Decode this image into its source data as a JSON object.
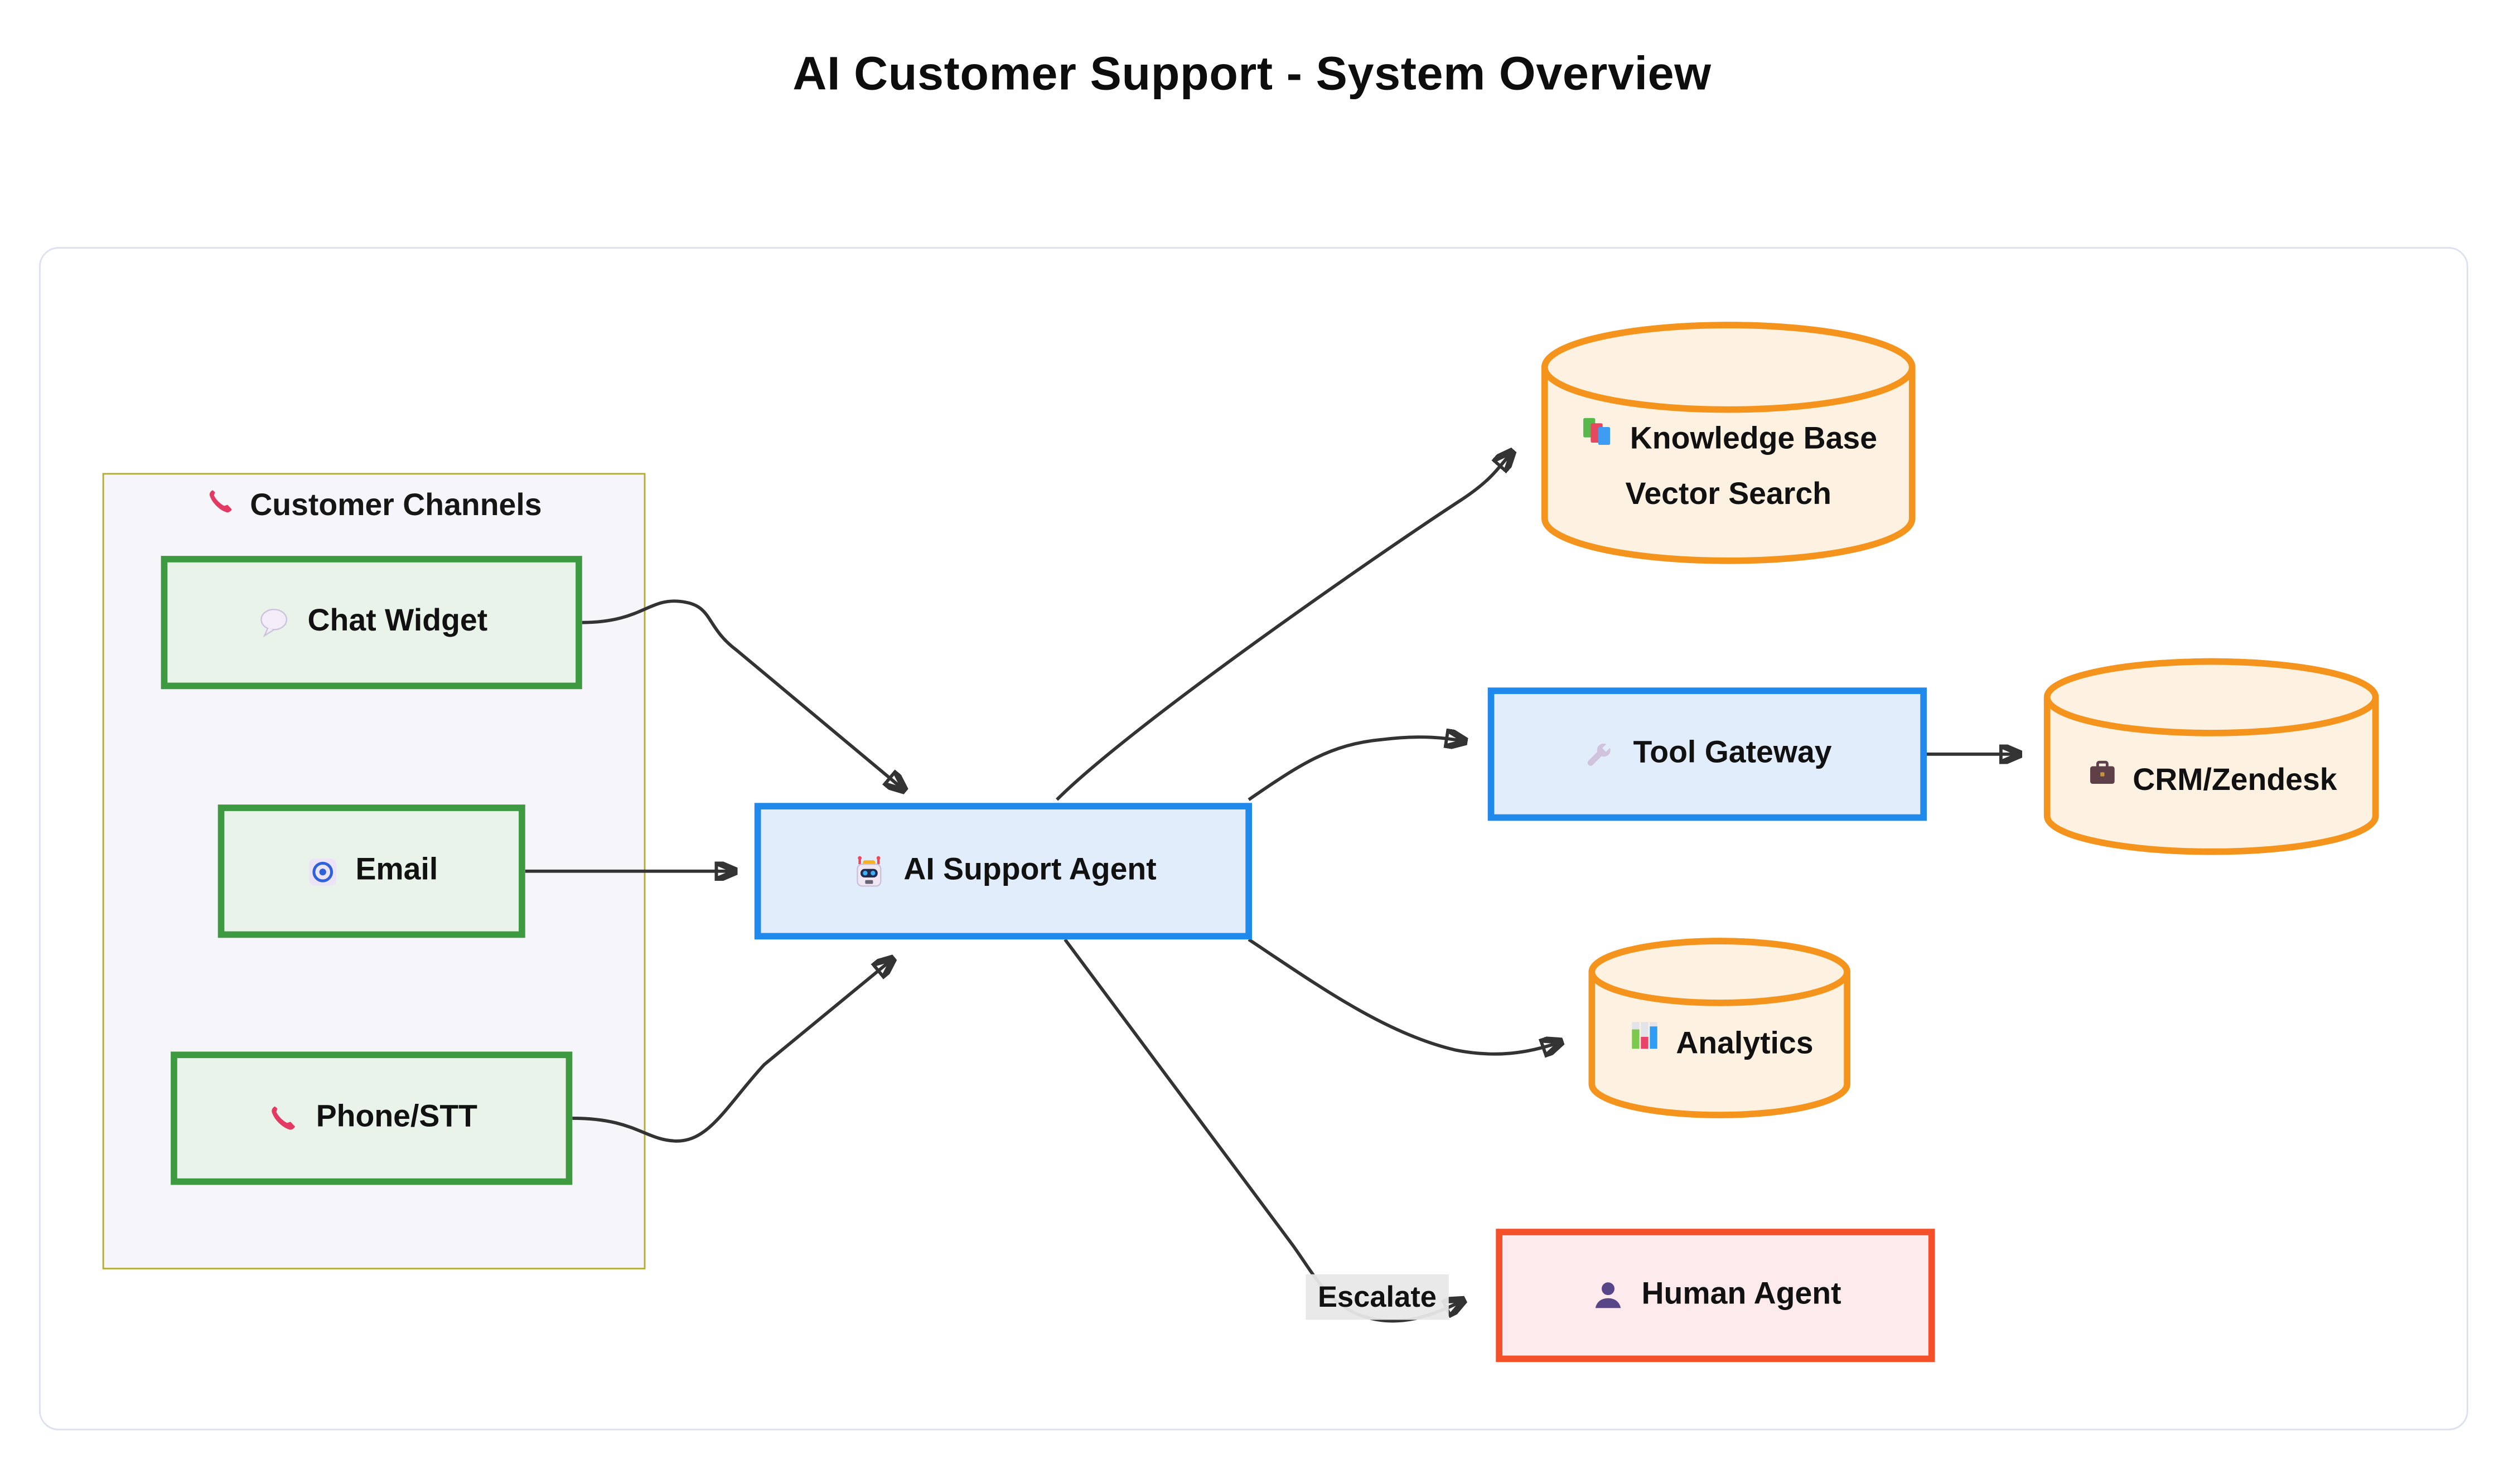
{
  "title": "AI Customer Support - System Overview",
  "diagram": {
    "subgraph": {
      "label": "Customer Channels",
      "icon": "phone-icon"
    },
    "nodes": {
      "chat": {
        "label": "Chat Widget",
        "icon": "speech-bubble-icon",
        "shape": "rect",
        "color": "green"
      },
      "email": {
        "label": "Email",
        "icon": "email-at-icon",
        "shape": "rect",
        "color": "green"
      },
      "phone": {
        "label": "Phone/STT",
        "icon": "phone-icon",
        "shape": "rect",
        "color": "green"
      },
      "agent": {
        "label": "AI Support Agent",
        "icon": "robot-icon",
        "shape": "rect",
        "color": "blue"
      },
      "kb": {
        "line1": "Knowledge Base",
        "line2": "Vector Search",
        "icon": "books-icon",
        "shape": "cylinder",
        "color": "orange"
      },
      "tools": {
        "label": "Tool Gateway",
        "icon": "wrench-icon",
        "shape": "rect",
        "color": "blue"
      },
      "crm": {
        "label": "CRM/Zendesk",
        "icon": "briefcase-icon",
        "shape": "cylinder",
        "color": "orange"
      },
      "analytics": {
        "label": "Analytics",
        "icon": "bar-chart-icon",
        "shape": "cylinder",
        "color": "orange"
      },
      "human": {
        "label": "Human Agent",
        "icon": "person-icon",
        "shape": "rect",
        "color": "red"
      }
    },
    "edges": [
      {
        "from": "Chat Widget",
        "to": "AI Support Agent"
      },
      {
        "from": "Email",
        "to": "AI Support Agent"
      },
      {
        "from": "Phone/STT",
        "to": "AI Support Agent"
      },
      {
        "from": "AI Support Agent",
        "to": "Knowledge Base Vector Search"
      },
      {
        "from": "AI Support Agent",
        "to": "Tool Gateway"
      },
      {
        "from": "Tool Gateway",
        "to": "CRM/Zendesk"
      },
      {
        "from": "AI Support Agent",
        "to": "Analytics"
      },
      {
        "from": "AI Support Agent",
        "to": "Human Agent",
        "label": "Escalate"
      }
    ],
    "edge_label": "Escalate",
    "colors": {
      "green_border": "#3d9a41",
      "green_fill": "#e9f3e9",
      "blue_border": "#2089ec",
      "blue_fill": "#e2edfb",
      "orange_border": "#f5941d",
      "orange_fill": "#fdf2e2",
      "red_border": "#f4502a",
      "red_fill": "#fdeaec",
      "subgraph_border": "#b4ac3c",
      "subgraph_fill": "#f6f6fa",
      "edge_stroke": "#333333"
    }
  }
}
